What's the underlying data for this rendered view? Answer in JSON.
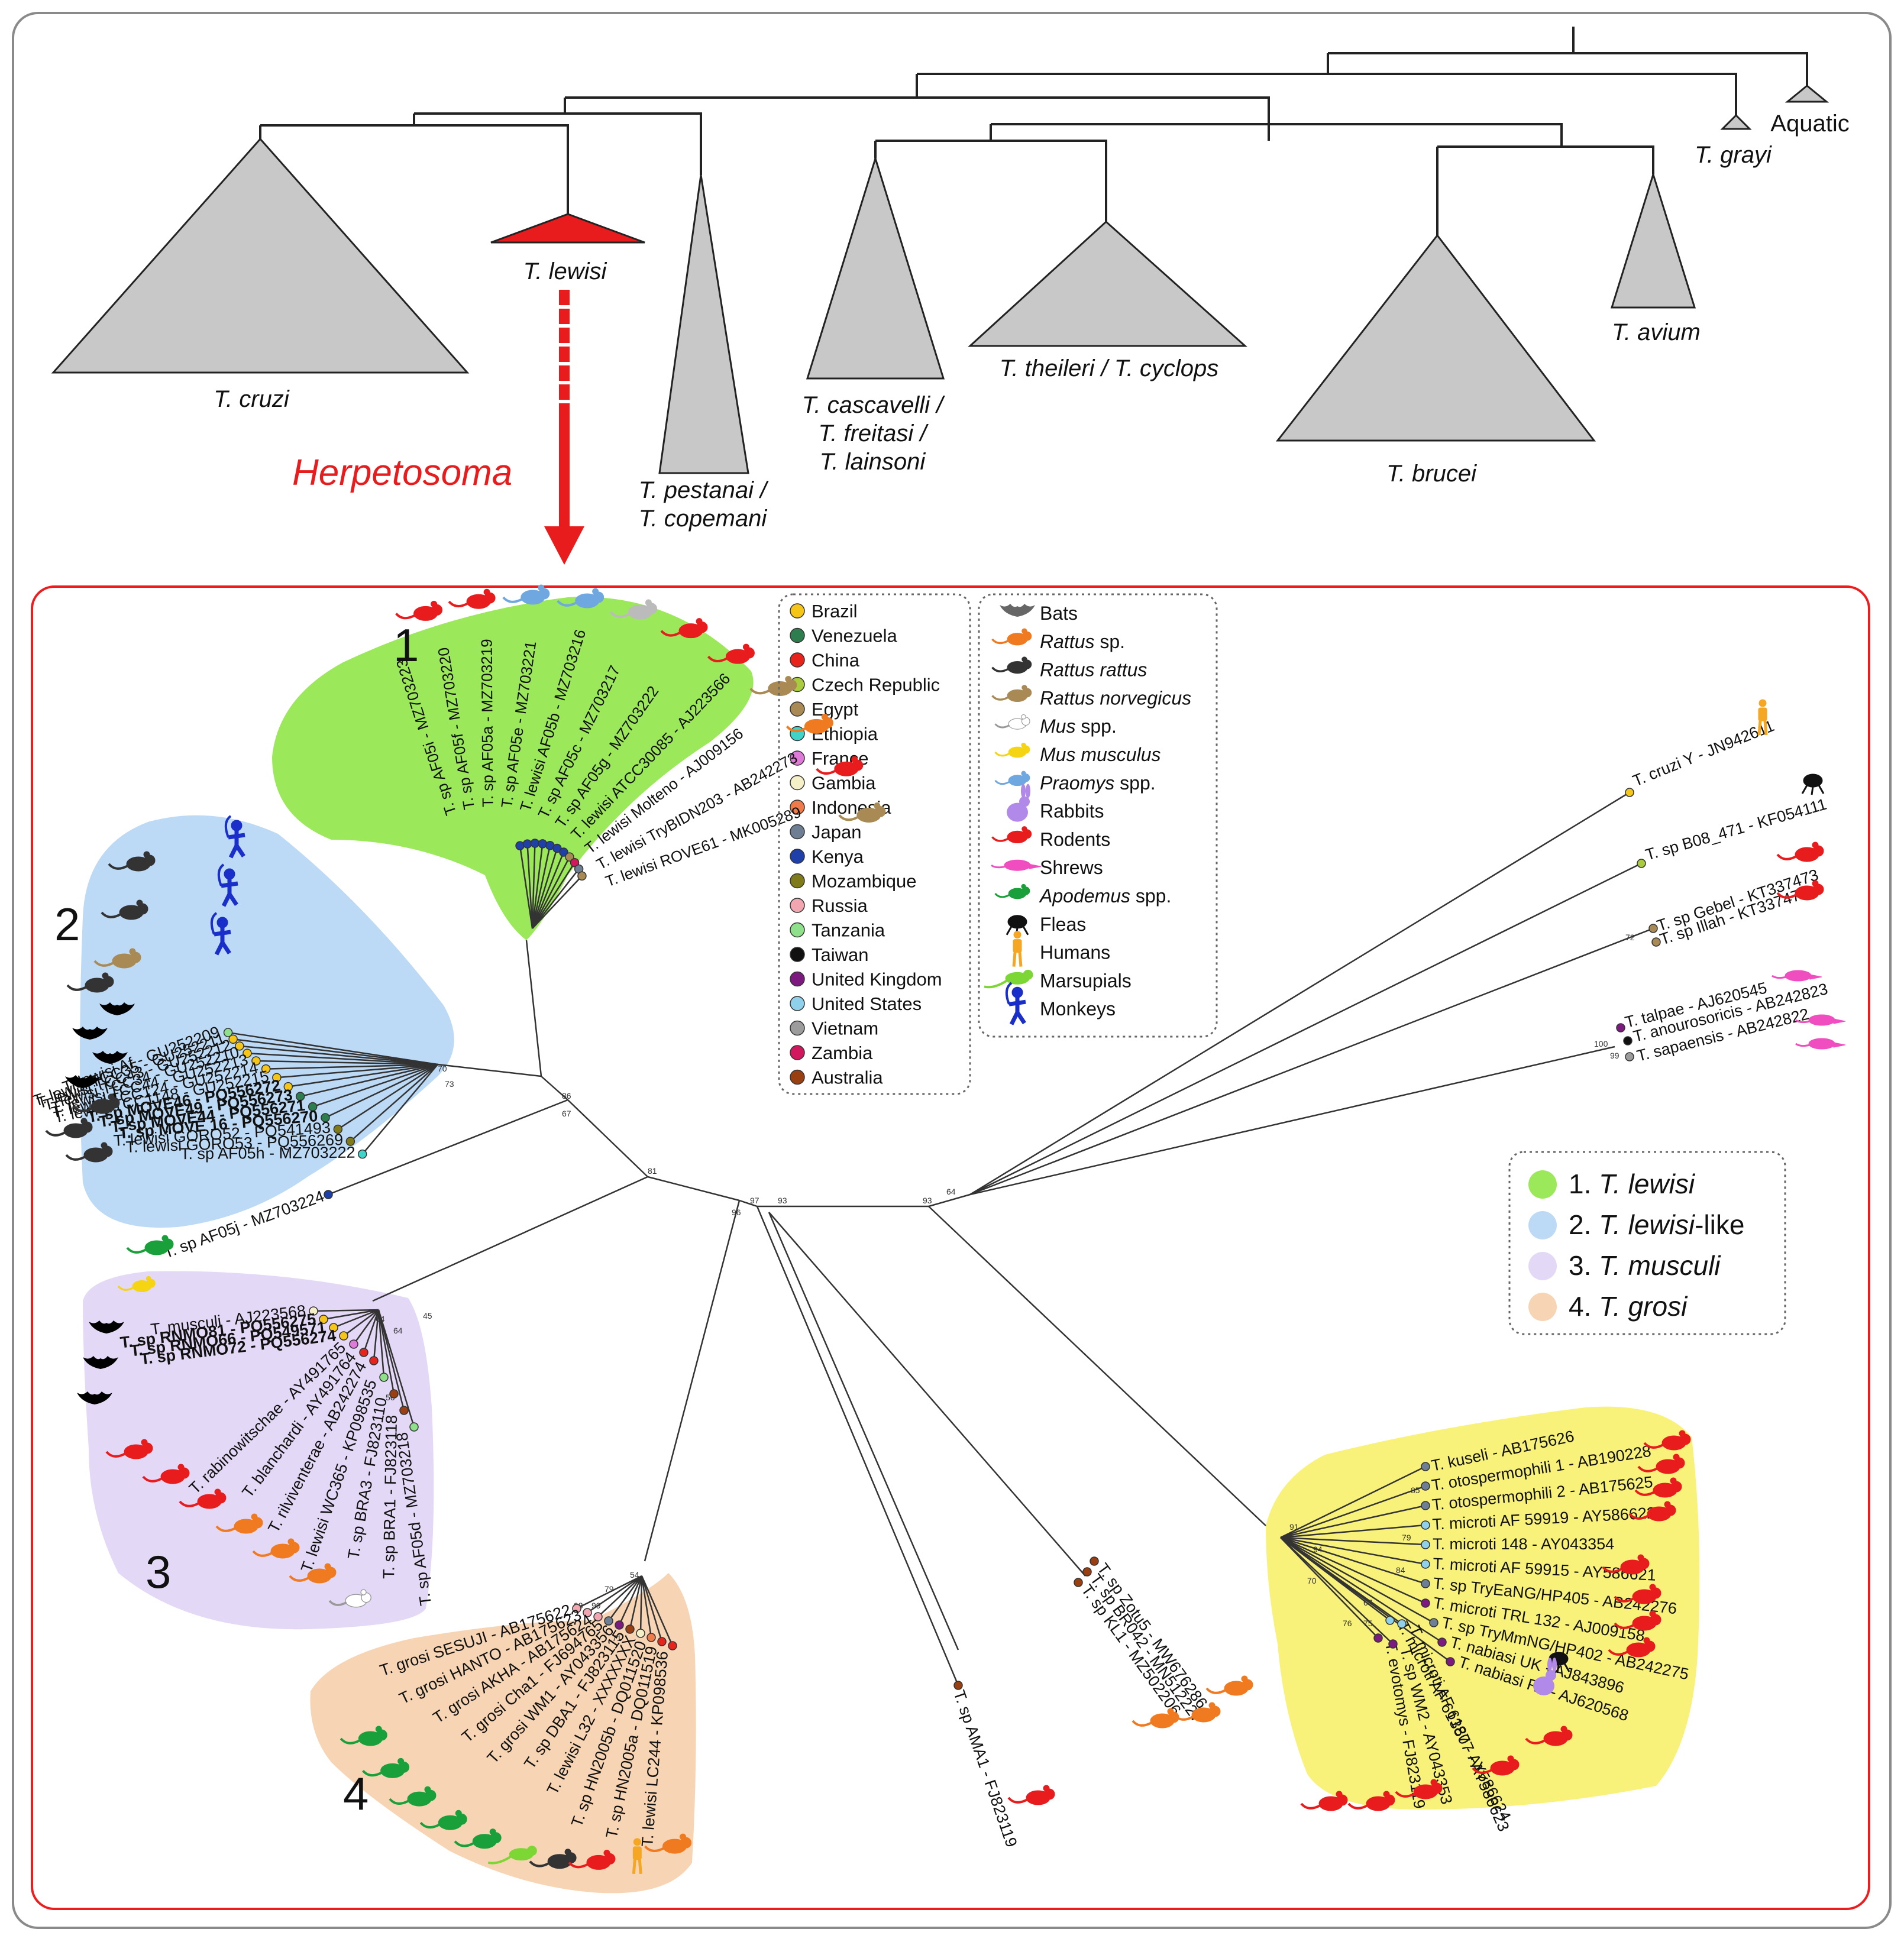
{
  "top_tree": {
    "clades": [
      {
        "id": "cruzi",
        "lines": [
          "T. cruzi"
        ]
      },
      {
        "id": "lewisi",
        "lines": [
          "T. lewisi"
        ]
      },
      {
        "id": "pestanai",
        "lines": [
          "T. pestanai /",
          "T. copemani"
        ]
      },
      {
        "id": "cascavelli",
        "lines": [
          "T. cascavelli /",
          "T. freitasi /",
          "T. lainsoni"
        ]
      },
      {
        "id": "theileri",
        "lines": [
          "T. theileri / T. cyclops"
        ]
      },
      {
        "id": "brucei",
        "lines": [
          "T. brucei"
        ]
      },
      {
        "id": "avium",
        "lines": [
          "T. avium"
        ]
      },
      {
        "id": "grayi",
        "lines": [
          "T. grayi"
        ]
      },
      {
        "id": "aquatic",
        "lines": [
          "Aquatic"
        ]
      }
    ],
    "subgenus_label": "Herpetosoma"
  },
  "group_numbers": [
    "1",
    "2",
    "3",
    "4"
  ],
  "countries": [
    {
      "name": "Brazil",
      "color": "#f5c518"
    },
    {
      "name": "Venezuela",
      "color": "#2e7d4f"
    },
    {
      "name": "China",
      "color": "#e8231c"
    },
    {
      "name": "Czech Republic",
      "color": "#a9cc3e"
    },
    {
      "name": "Egypt",
      "color": "#a98a55"
    },
    {
      "name": "Ethiopia",
      "color": "#3fd3c9"
    },
    {
      "name": "France",
      "color": "#e07ad9"
    },
    {
      "name": "Gambia",
      "color": "#f5f0c8"
    },
    {
      "name": "Indonesia",
      "color": "#ef7a4a"
    },
    {
      "name": "Japan",
      "color": "#6e7f93"
    },
    {
      "name": "Kenya",
      "color": "#1e40a8"
    },
    {
      "name": "Mozambique",
      "color": "#7f7a1a"
    },
    {
      "name": "Russia",
      "color": "#f2a7b0"
    },
    {
      "name": "Tanzania",
      "color": "#8fe08a"
    },
    {
      "name": "Taiwan",
      "color": "#111111"
    },
    {
      "name": "United Kingdom",
      "color": "#7d1a80"
    },
    {
      "name": "United States",
      "color": "#8fd0ea"
    },
    {
      "name": "Vietnam",
      "color": "#9c9c9c"
    },
    {
      "name": "Zambia",
      "color": "#d1175d"
    },
    {
      "name": "Australia",
      "color": "#9a3f12"
    }
  ],
  "hosts": [
    {
      "name": "Bats",
      "italic": false,
      "color": "#666666",
      "icon": "bat-icon"
    },
    {
      "name": "Rattus sp.",
      "italic": "Rattus",
      "color": "#f07a20",
      "icon": "rat-icon"
    },
    {
      "name": "Rattus rattus",
      "italic": "Rattus rattus",
      "color": "#333333",
      "icon": "rat-icon"
    },
    {
      "name": "Rattus norvegicus",
      "italic": "Rattus norvegicus",
      "color": "#a98a55",
      "icon": "rat-icon"
    },
    {
      "name": "Mus spp.",
      "italic": "Mus",
      "color": "#bbbbbb",
      "icon": "mouse-outline-icon"
    },
    {
      "name": "Mus musculus",
      "italic": "Mus musculus",
      "color": "#f5d414",
      "icon": "mouse-icon"
    },
    {
      "name": "Praomys spp.",
      "italic": "Praomys",
      "color": "#6fa8e0",
      "icon": "mouse-icon"
    },
    {
      "name": "Rabbits",
      "italic": false,
      "color": "#b189e8",
      "icon": "rabbit-icon"
    },
    {
      "name": "Rodents",
      "italic": false,
      "color": "#e81c1c",
      "icon": "rat-icon"
    },
    {
      "name": "Shrews",
      "italic": false,
      "color": "#f04dc0",
      "icon": "shrew-icon"
    },
    {
      "name": "Apodemus spp.",
      "italic": "Apodemus",
      "color": "#1aa03a",
      "icon": "mouse-icon"
    },
    {
      "name": "Fleas",
      "italic": false,
      "color": "#111111",
      "icon": "flea-icon"
    },
    {
      "name": "Humans",
      "italic": false,
      "color": "#f5a623",
      "icon": "human-icon"
    },
    {
      "name": "Marsupials",
      "italic": false,
      "color": "#7cd633",
      "icon": "marsupial-icon"
    },
    {
      "name": "Monkeys",
      "italic": false,
      "color": "#1a2ec9",
      "icon": "monkey-icon"
    }
  ],
  "groups_legend": [
    {
      "num": "1.",
      "name": "T. lewisi",
      "suffix": "",
      "color": "#9be85a"
    },
    {
      "num": "2.",
      "name": "T. lewisi",
      "suffix": "-like",
      "color": "#bcd9f5"
    },
    {
      "num": "3.",
      "name": "T. musculi",
      "suffix": "",
      "color": "#e4d8f7"
    },
    {
      "num": "4.",
      "name": "T. grosi",
      "suffix": "",
      "color": "#f7d5b4"
    }
  ],
  "group1_taxa": [
    "T. sp AF05i - MZ703223",
    "T. sp AF05f - MZ703220",
    "T. sp AF05a - MZ703219",
    "T. sp AF05e - MZ703221",
    "T. lewisi AF05b - MZ703216",
    "T. sp AF05c - MZ703217",
    "T. sp AF05g - MZ703222",
    "T. lewisi ATCC30085 - AJ223566",
    "T. lewisi Molteno - AJ009156",
    "T. lewisi TryBIDN203 - AB242273",
    "T. lewisi ROVE61 - MK005289"
  ],
  "group2_taxa": [
    "T. lewisi Af - GU252209",
    "T. lewisi TCC35 - GU252211",
    "T. lewisi TCC43 - GU252212",
    "T. lewisi TCC34 - GU252210",
    "T. lewisi TCC44 - GU252213",
    "T. lewisi TCC124 - GU252214",
    "T. lewisi TCC1148 - GU252215",
    "T. sp MOVE46 - PQ556272",
    "T. sp MOVE49 - PQ556273",
    "T. sp MOVE44 - PQ556271",
    "T. sp MOVE 16 - PQ556270",
    "T. lewisi GORO52 - PQ541493",
    "T. lewisi GORO53 - PQ556269",
    "T. sp AF05h - MZ703222"
  ],
  "group2_bold": [
    false,
    false,
    false,
    false,
    false,
    false,
    false,
    true,
    true,
    true,
    true,
    false,
    false,
    false
  ],
  "loose_taxa": {
    "af05j": "T. sp AF05j - MZ703224",
    "cruziy": "T. cruzi Y - JN942611",
    "b08": "T. sp B08_471 - KF054111",
    "gebel": "T. sp Gebel - KT337473",
    "illah": "T. sp Illah - KT337474",
    "talpae": "T. talpae - AJ620545",
    "anourosoricis": "T. anourosoricis - AB242823",
    "sapaensis": "T. sapaensis - AB242822",
    "ama1": "T. sp AMA1 - FJ823119",
    "zotu5": "T. sp Zotu5 - MW676286",
    "br042": "T. sp BR042 - MN512227",
    "kl1": "T. sp KL1 - MZ502206"
  },
  "group3_taxa": [
    "T. musculi - AJ223568",
    "T. sp RNMO81 - PQ556275",
    "T. sp RNMO66 - PQ549571",
    "T. sp RNMO72 - PQ556274",
    "T. rabinowitschae - AY491765",
    "T. blanchardi - AY491764",
    "T. rilviventerae - AB242274",
    "T. lewisi WC365 - KP098535",
    "T. sp BRA3 - FJ823110",
    "T. sp BRA1 - FJ823118",
    "T. sp AF05d - MZ703218"
  ],
  "group3_bold": [
    false,
    true,
    true,
    true,
    false,
    false,
    false,
    false,
    false,
    false,
    false
  ],
  "group4_taxa": [
    "T. grosi SESUJI - AB175622",
    "T. grosi HANTO - AB175623",
    "T. grosi AKHA - AB175624",
    "T. grosi Cha1 - FJ694765",
    "T. grosi WM1 - AY043356",
    "T. sp DBA1 - FJ823115",
    "T. lewisi L32 - XXXXXXX",
    "T. sp HN2005b - DQ011520",
    "T. sp HN2005a - DQ011519",
    "T. lewisi LC244 - KP098536"
  ],
  "yellow_taxa": [
    "T. kuseli - AB175626",
    "T. otospermophili 1 - AB190228",
    "T. otospermophili 2 - AB175625",
    "T. microti AF 59919 - AY586622",
    "T. microti 148 - AY043354",
    "T. microti AF 59915 - AY586621",
    "T. sp TryEaNG/HP405 - AB242276",
    "T. microti TRL 132 - AJ009158",
    "T. sp TryMmNG/HP402 - AB242275",
    "T. nabiasi UK - AJ843896",
    "T. nabiasi R1 - AJ620568",
    "T. microti AF 61380 - AY586624",
    "T. microti AF 61877 - AY586623",
    "T. evotomys - FJ823119",
    "T. sp WM2 - AY043353"
  ],
  "bootstrap": [
    "86",
    "67",
    "81",
    "96",
    "97",
    "93",
    "93",
    "64",
    "70",
    "73",
    "64",
    "64",
    "45",
    "56",
    "54",
    "99",
    "79",
    "98",
    "71",
    "91",
    "85",
    "94",
    "70",
    "79",
    "84",
    "67",
    "76",
    "75",
    "100",
    "99",
    "72"
  ]
}
